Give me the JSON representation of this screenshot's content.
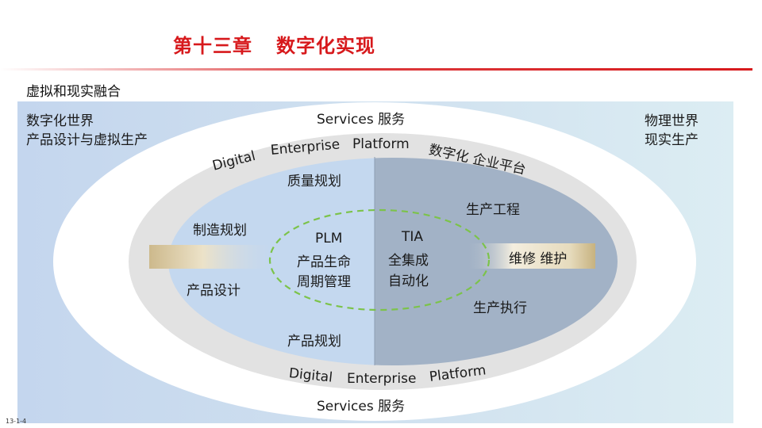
{
  "header": {
    "chapter": "第十三章",
    "topic": "数字化实现"
  },
  "section_title": "虚拟和现实融合",
  "left_panel": {
    "line1": "数字化世界",
    "line2": "产品设计与虚拟生产"
  },
  "right_panel": {
    "line1": "物理世界",
    "line2": "现实生产"
  },
  "services_top": "Services 服务",
  "services_bottom": "Services 服务",
  "platform_top": {
    "word1": "Digital",
    "word2": "Enterprise",
    "word3": "Platform",
    "cn": "数字化 企业平台"
  },
  "platform_bottom": {
    "word1": "Digital",
    "word2": "Enterprise",
    "word3": "Platform"
  },
  "left_half": {
    "quality": "质量规划",
    "manufacturing": "制造规划",
    "product_design": "产品设计",
    "product_planning": "产品规划"
  },
  "right_half": {
    "engineering": "生产工程",
    "maintenance": "维修 维护",
    "execution": "生产执行"
  },
  "plm": {
    "title": "PLM",
    "line1": "产品生命",
    "line2": "周期管理"
  },
  "tia": {
    "title": "TIA",
    "line1": "全集成",
    "line2": "自动化"
  },
  "slide_number": "13-1-4",
  "colors": {
    "title_red": "#d7191c",
    "left_bg": "#c5d7ee",
    "right_bg": "#dbecf2",
    "ring_gray": "#e2e2e2",
    "right_half": "#a2b2c6",
    "dashed_green": "#7cc34a"
  }
}
